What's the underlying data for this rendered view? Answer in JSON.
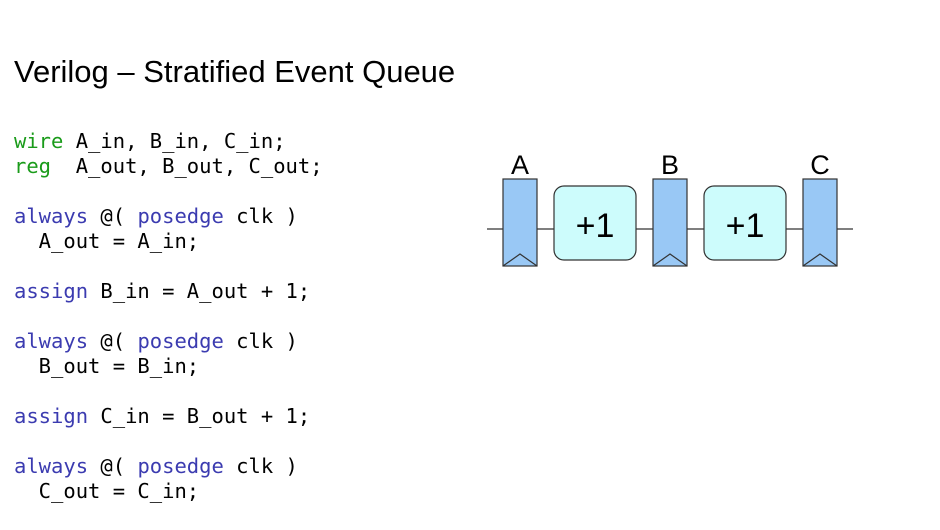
{
  "title": "Verilog – Stratified Event Queue",
  "code_lines": [
    [
      {
        "t": "wire",
        "c": "kw-green"
      },
      {
        "t": " A_in, B_in, C_in;",
        "c": ""
      }
    ],
    [
      {
        "t": "reg",
        "c": "kw-green"
      },
      {
        "t": "  A_out, B_out, C_out;",
        "c": ""
      }
    ],
    [],
    [
      {
        "t": "always",
        "c": "kw-blue"
      },
      {
        "t": " @( ",
        "c": ""
      },
      {
        "t": "posedge",
        "c": "kw-blue"
      },
      {
        "t": " clk )",
        "c": ""
      }
    ],
    [
      {
        "t": "  A_out = A_in;",
        "c": ""
      }
    ],
    [],
    [
      {
        "t": "assign",
        "c": "kw-blue"
      },
      {
        "t": " B_in = A_out + 1;",
        "c": ""
      }
    ],
    [],
    [
      {
        "t": "always",
        "c": "kw-blue"
      },
      {
        "t": " @( ",
        "c": ""
      },
      {
        "t": "posedge",
        "c": "kw-blue"
      },
      {
        "t": " clk )",
        "c": ""
      }
    ],
    [
      {
        "t": "  B_out = B_in;",
        "c": ""
      }
    ],
    [],
    [
      {
        "t": "assign",
        "c": "kw-blue"
      },
      {
        "t": " C_in = B_out + 1;",
        "c": ""
      }
    ],
    [],
    [
      {
        "t": "always",
        "c": "kw-blue"
      },
      {
        "t": " @( ",
        "c": ""
      },
      {
        "t": "posedge",
        "c": "kw-blue"
      },
      {
        "t": " clk )",
        "c": ""
      }
    ],
    [
      {
        "t": "  C_out = C_in;",
        "c": ""
      }
    ]
  ],
  "diagram": {
    "registers": [
      {
        "label": "A"
      },
      {
        "label": "B"
      },
      {
        "label": "C"
      }
    ],
    "adders": [
      {
        "label": "+1"
      },
      {
        "label": "+1"
      }
    ],
    "colors": {
      "register_fill": "#99c8f5",
      "adder_fill": "#cdfcfc",
      "stroke": "#333333"
    }
  }
}
